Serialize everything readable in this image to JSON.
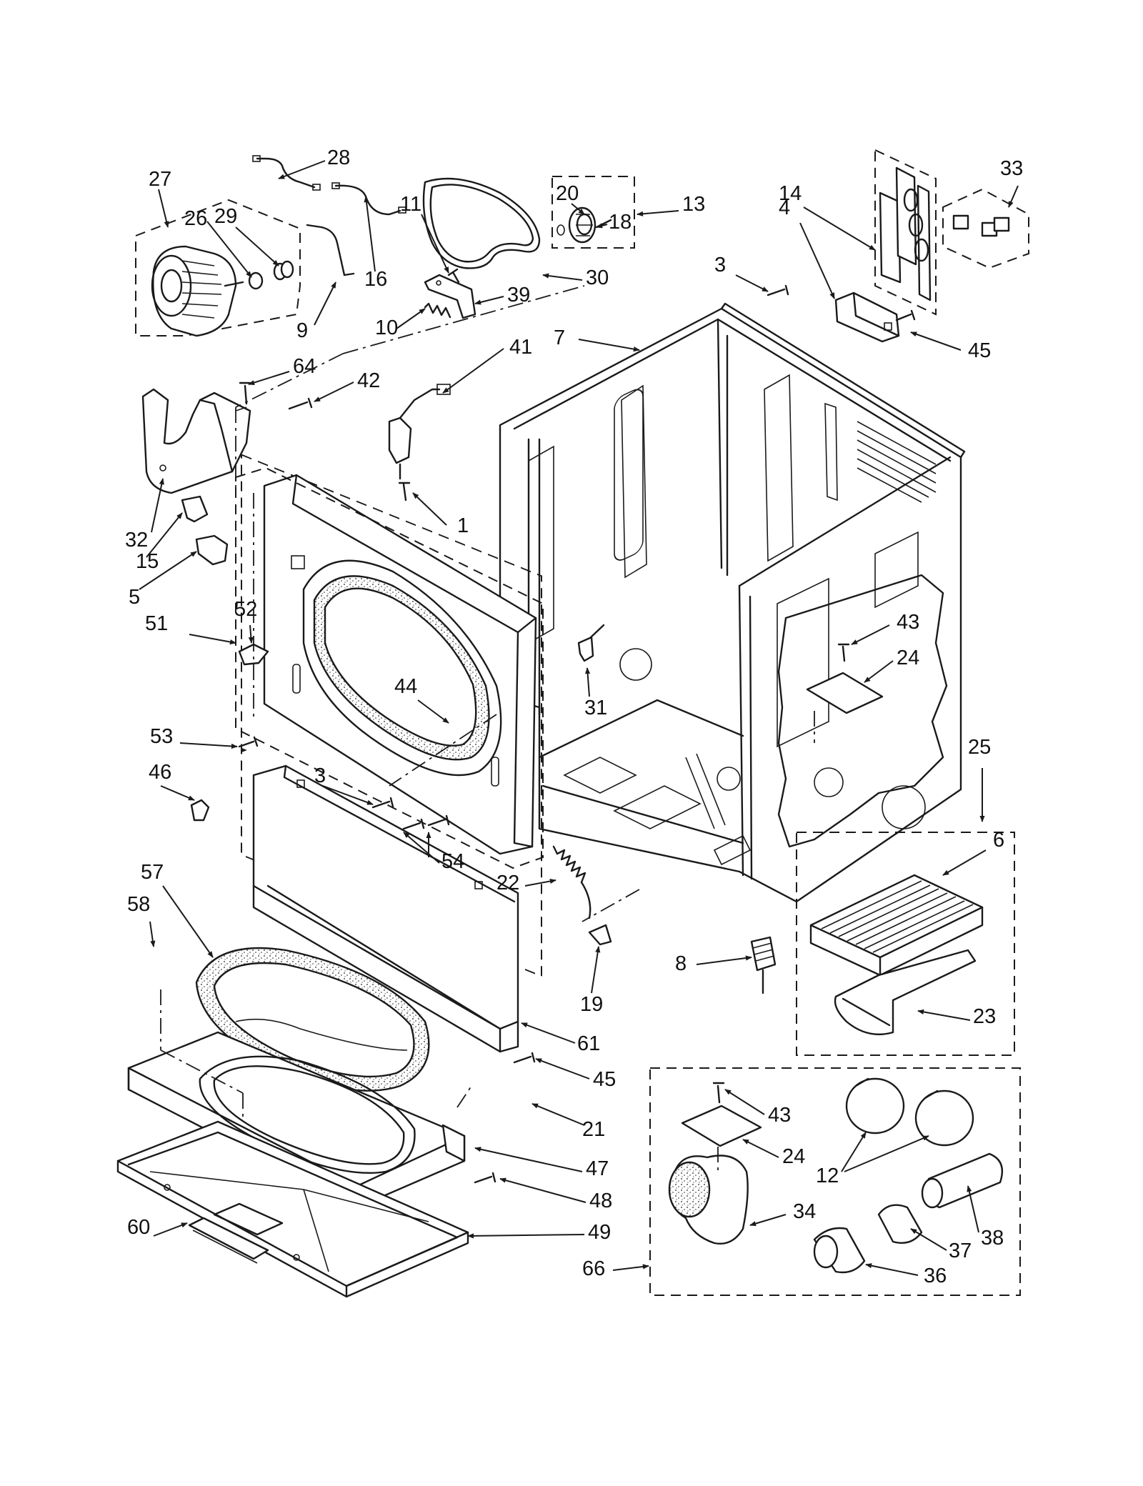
{
  "diagram": {
    "colors": {
      "line": "#1a1a1a",
      "background": "#ffffff",
      "label": "#111111"
    },
    "labels": [
      "1",
      "3",
      "3",
      "3",
      "4",
      "5",
      "6",
      "7",
      "8",
      "9",
      "10",
      "11",
      "12",
      "13",
      "14",
      "15",
      "16",
      "18",
      "19",
      "20",
      "21",
      "22",
      "23",
      "24",
      "24",
      "25",
      "26",
      "27",
      "28",
      "29",
      "30",
      "31",
      "32",
      "33",
      "34",
      "36",
      "37",
      "38",
      "39",
      "41",
      "42",
      "43",
      "43",
      "44",
      "45",
      "45",
      "46",
      "47",
      "48",
      "49",
      "51",
      "52",
      "53",
      "54",
      "57",
      "58",
      "60",
      "61",
      "64",
      "66"
    ]
  }
}
